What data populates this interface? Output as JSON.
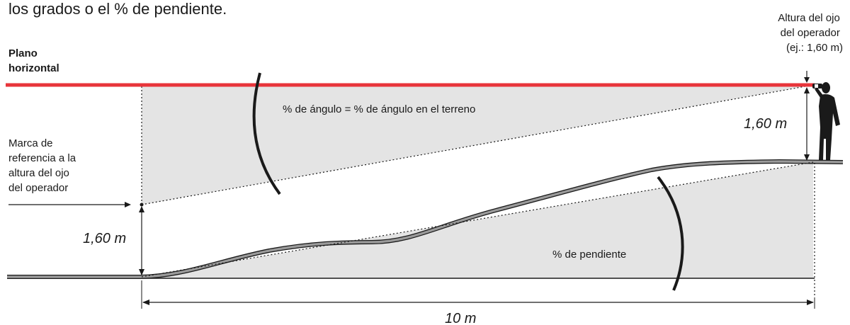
{
  "header": {
    "cut_text": "los grados o el % de pendiente."
  },
  "labels": {
    "horizontal_plane": [
      "Plano",
      "horizontal"
    ],
    "operator_eye_height": [
      "Altura del ojo",
      "del operador",
      "(ej.: 1,60 m)"
    ],
    "reference_mark": [
      "Marca de",
      "referencia a la",
      "altura del ojo",
      "del operador"
    ],
    "angle_label": "% de ángulo = % de ángulo en el terreno",
    "slope_label": "% de pendiente",
    "height_left": "1,60 m",
    "height_right": "1,60 m",
    "distance": "10 m"
  },
  "colors": {
    "horizontal_line": "#e8343a",
    "shade": "#e4e4e4",
    "terrain_fill": "#9a9a9a",
    "ink": "#1a1a1a"
  }
}
